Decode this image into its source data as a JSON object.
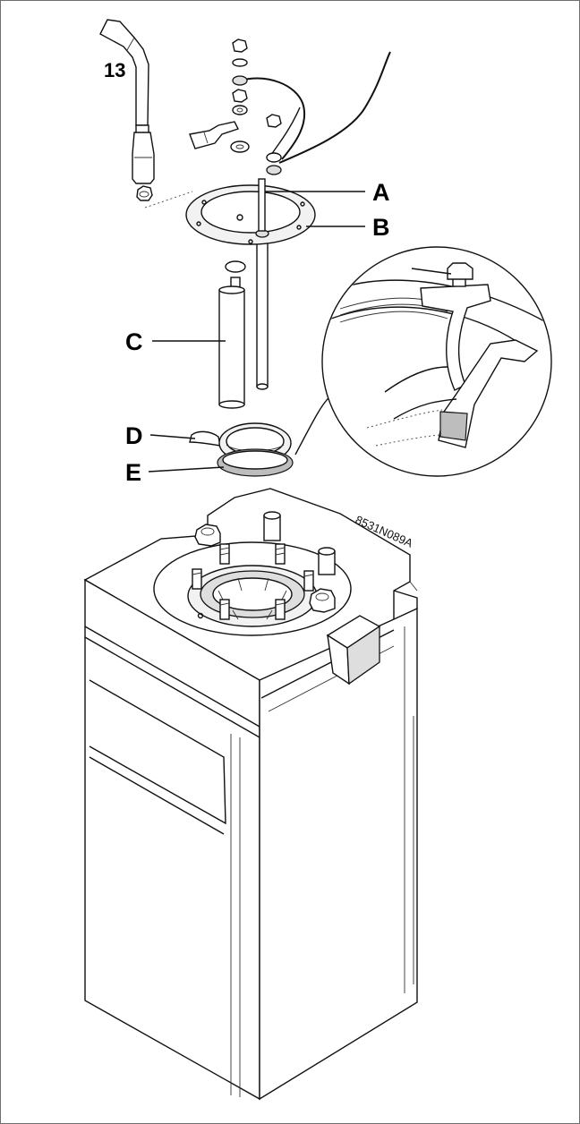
{
  "figure": {
    "reference_code": "8531N089A",
    "tool_size_label": "13",
    "callouts": [
      {
        "letter": "A"
      },
      {
        "letter": "B"
      },
      {
        "letter": "C"
      },
      {
        "letter": "D"
      },
      {
        "letter": "E"
      }
    ]
  },
  "colors": {
    "line": "#111111",
    "part_fill": "#f2f2f2",
    "shade": "#bdbdbd",
    "frame_border": "#6e6e6e"
  }
}
